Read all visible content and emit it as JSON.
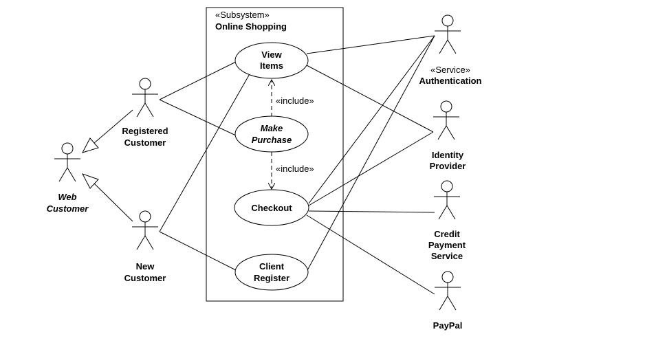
{
  "diagram": {
    "type": "UML use case diagram",
    "subsystem": {
      "stereotype": "«Subsystem»",
      "name": "Online Shopping"
    },
    "use_cases": {
      "view_items": [
        "View",
        "Items"
      ],
      "make_purchase": [
        "Make",
        "Purchase"
      ],
      "checkout": [
        "Checkout"
      ],
      "client_register": [
        "Client",
        "Register"
      ]
    },
    "include_label": "«include»",
    "actors": {
      "web_customer": [
        "Web",
        "Customer"
      ],
      "registered_customer": [
        "Registered",
        "Customer"
      ],
      "new_customer": [
        "New",
        "Customer"
      ],
      "authentication": {
        "stereotype": "«Service»",
        "name": "Authentication"
      },
      "identity_provider": [
        "Identity",
        "Provider"
      ],
      "credit_payment": [
        "Credit",
        "Payment",
        "Service"
      ],
      "paypal": [
        "PayPal"
      ]
    }
  }
}
